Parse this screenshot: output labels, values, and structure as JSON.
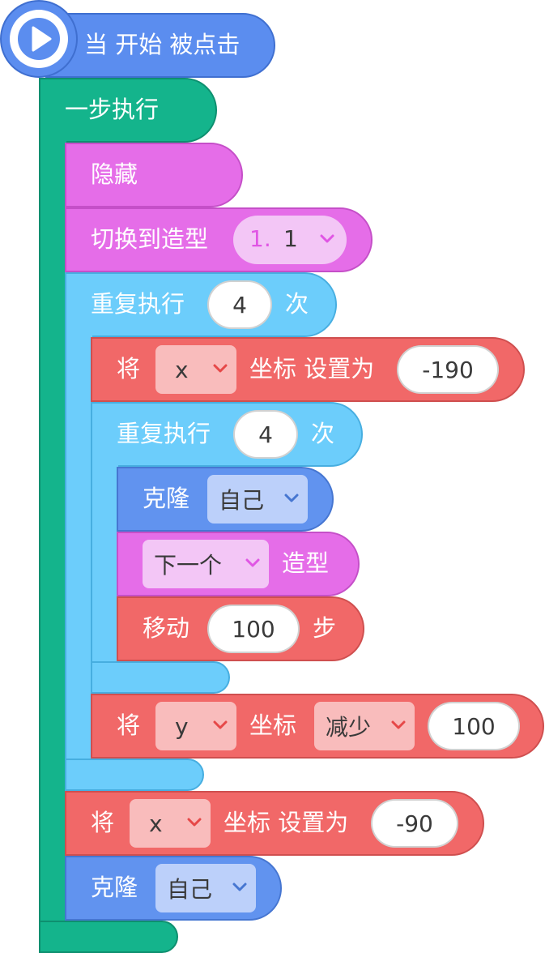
{
  "script": {
    "event_hat": {
      "label": "当 开始 被点击"
    },
    "run_once": {
      "label": "一步执行"
    },
    "hide": {
      "label": "隐藏"
    },
    "switch_costume": {
      "label": "切换到造型",
      "costume_index": "1.",
      "costume_name": "1"
    },
    "repeat_outer": {
      "label": "重复执行",
      "count": "4",
      "unit": "次"
    },
    "set_x_1": {
      "prefix": "将",
      "axis": "x",
      "label": "坐标 设置为",
      "value": "-190"
    },
    "repeat_inner": {
      "label": "重复执行",
      "count": "4",
      "unit": "次"
    },
    "clone_inner": {
      "label": "克隆",
      "target": "自己"
    },
    "next_costume": {
      "option": "下一个",
      "label": "造型"
    },
    "move": {
      "label": "移动",
      "steps": "100",
      "unit": "步"
    },
    "change_y": {
      "prefix": "将",
      "axis": "y",
      "label": "坐标",
      "op": "减少",
      "value": "100"
    },
    "set_x_2": {
      "prefix": "将",
      "axis": "x",
      "label": "坐标 设置为",
      "value": "-90"
    },
    "clone_outer": {
      "label": "克隆",
      "target": "自己"
    }
  },
  "colors": {
    "event": "#5b8def",
    "control_green": "#14b48c",
    "looks": "#e56de8",
    "repeat": "#6ccdfb",
    "motion": "#f16868",
    "clone": "#6193ef"
  },
  "icons": {
    "start": "play-icon",
    "dropdown": "chevron-down-icon"
  }
}
